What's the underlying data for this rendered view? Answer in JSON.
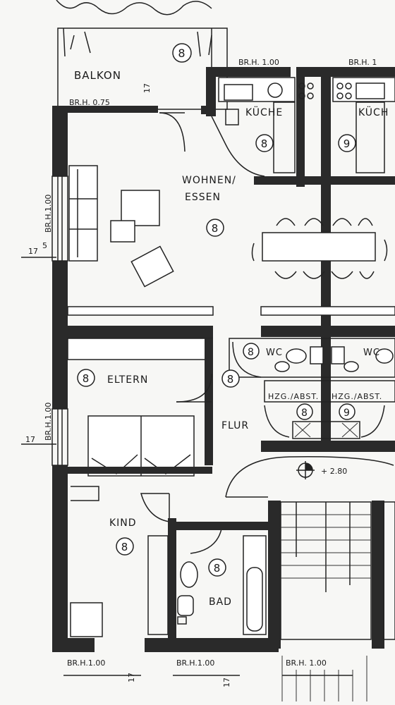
{
  "rooms": {
    "balkon": "BALKON",
    "kueche": "KÜCHE",
    "kueche_neighbor": "KÜCH",
    "wohnen_line1": "WOHNEN/",
    "wohnen_line2": "ESSEN",
    "eltern": "ELTERN",
    "flur": "FLUR",
    "kind": "KIND",
    "bad": "BAD",
    "wc": "WC",
    "wc_neighbor": "WC",
    "hzg": "HZG./ABST.",
    "hzg_neighbor": "HZG./ABST."
  },
  "circle_numbers": {
    "balkon": "8",
    "kueche": "8",
    "kueche_neighbor": "9",
    "wohnen": "8",
    "eltern": "8",
    "flur": "8",
    "wc": "8",
    "hzg": "8",
    "hzg_neighbor": "9",
    "kind": "8",
    "bad": "8"
  },
  "dimensions": {
    "br_top_kitchen": "BR.H. 1.00",
    "br_top_neighbor": "BR.H. 1",
    "br_balkon": "BR.H. 0.75",
    "br_left_living": "BR.H.1.00",
    "br_left_eltern": "BR.H.1.00",
    "br_bottom_kind": "BR.H.1.00",
    "br_bottom_bad": "BR.H.1.00",
    "br_bottom_stair": "BR.H. 1.00",
    "mark_17": "17",
    "mark_5": "5",
    "level": "+ 2.80"
  }
}
